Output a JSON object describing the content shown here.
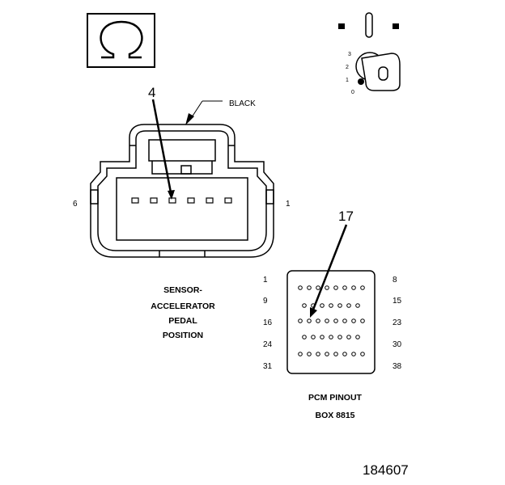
{
  "icons": {
    "ohmmeter": "ohmmeter-symbol-icon",
    "ignition": "ignition-key-icon"
  },
  "ignition": {
    "positions": [
      "3",
      "2",
      "1",
      "0"
    ]
  },
  "connector": {
    "wire_color": "BLACK",
    "callout": "4",
    "left_pin": "6",
    "right_pin": "1",
    "caption": [
      "SENSOR-",
      "ACCELERATOR",
      "PEDAL",
      "POSITION"
    ]
  },
  "pcm": {
    "callout": "17",
    "left_pins": [
      "1",
      "9",
      "16",
      "24",
      "31"
    ],
    "right_pins": [
      "8",
      "15",
      "23",
      "30",
      "38"
    ],
    "caption": [
      "PCM PINOUT",
      "BOX 8815"
    ]
  },
  "figure_number": "184607"
}
